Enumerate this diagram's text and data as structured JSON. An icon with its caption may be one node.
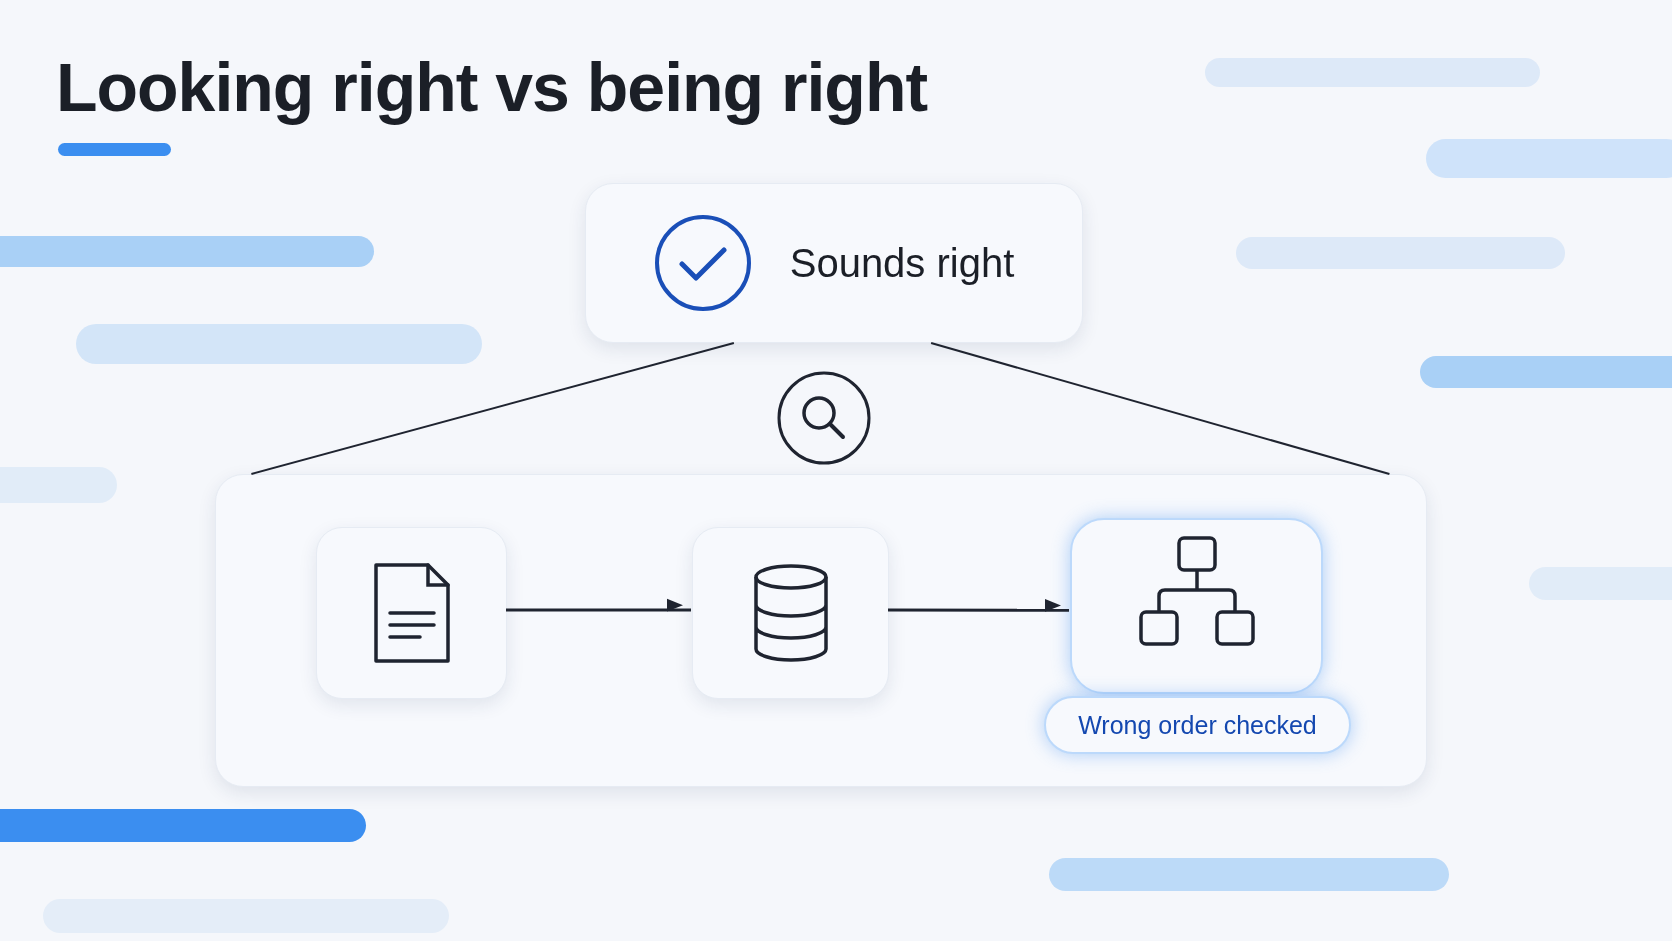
{
  "diagram": {
    "title": "Looking right vs being right",
    "nodes": [
      {
        "text": [
          "Sounds right"
        ]
      },
      {
        "text": [],
        "shape": "box"
      },
      {
        "text": [],
        "shape": "box",
        "in": 1
      },
      {
        "text": [],
        "shape": "box",
        "in": 1
      },
      {
        "text": [],
        "shape": "box",
        "in": 1
      },
      {
        "text": [
          "Wrong order checked"
        ],
        "in": 1
      }
    ],
    "edges": [
      {
        "from": 0,
        "to": 1,
        "arrow": "none"
      },
      {
        "from": 0,
        "to": 1,
        "arrow": "none"
      },
      {
        "from": 2,
        "to": 3,
        "arrow": "to"
      },
      {
        "from": 3,
        "to": 4,
        "arrow": "to"
      }
    ]
  }
}
